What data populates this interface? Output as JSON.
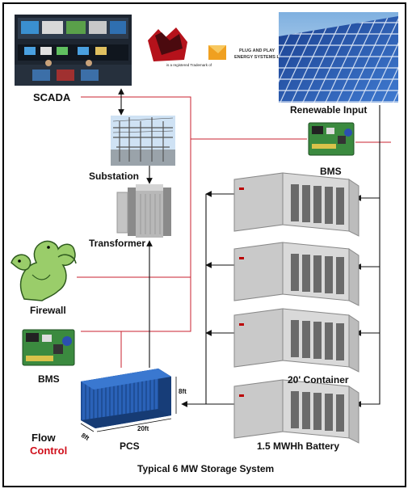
{
  "colors": {
    "line_red": "#c8202f",
    "line_black": "#111111",
    "flow_red": "#d0101c",
    "container_blue": "#2a62b8"
  },
  "labels": {
    "scada": "SCADA",
    "renewable": "Renewable Input",
    "substation": "Substation",
    "bms_top": "BMS",
    "transformer": "Transformer",
    "firewall": "Firewall",
    "bms_bottom": "BMS",
    "container": "20' Container",
    "pcs": "PCS",
    "battery": "1.5 MWHh Battery",
    "flow": "Flow",
    "control": "Control",
    "footer": "Typical 6 MW Storage System"
  },
  "dims": {
    "height": "8ft",
    "length": "20ft",
    "width": "8ft"
  },
  "logo": {
    "caption": "is a registered Trademark of",
    "company_line1": "PLUG AND PLAY",
    "company_line2": "ENERGY SYSTEMS LLC"
  }
}
